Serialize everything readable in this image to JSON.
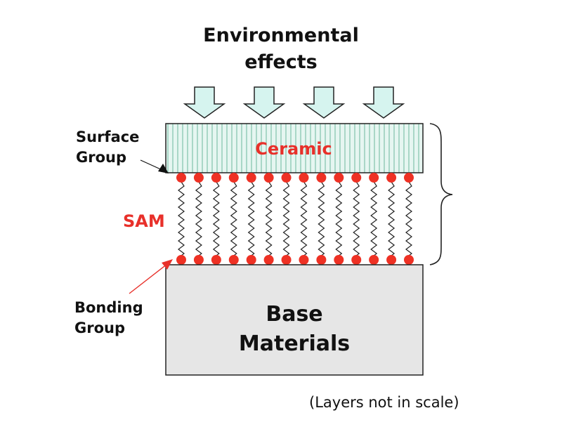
{
  "title": {
    "line1": "Environmental",
    "line2": "effects"
  },
  "labels": {
    "surface_group": {
      "line1": "Surface",
      "line2": "Group"
    },
    "ceramic": "Ceramic",
    "sam": "SAM",
    "bonding_group": {
      "line1": "Bonding",
      "line2": "Group"
    },
    "base_materials": {
      "line1": "Base",
      "line2": "Materials"
    },
    "note": "(Layers not in scale)"
  },
  "colors": {
    "ceramic_fill": "#e6f6f1",
    "ceramic_stripe": "#a9d7c7",
    "arrow_fill": "#d6f4ef",
    "molecule_head": "#ee3124",
    "base_fill": "#e6e6e6",
    "label_red": "#e8302a",
    "bonding_arrow": "#e8302a"
  },
  "diagram": {
    "molecule_count": 14,
    "arrow_count": 4
  }
}
